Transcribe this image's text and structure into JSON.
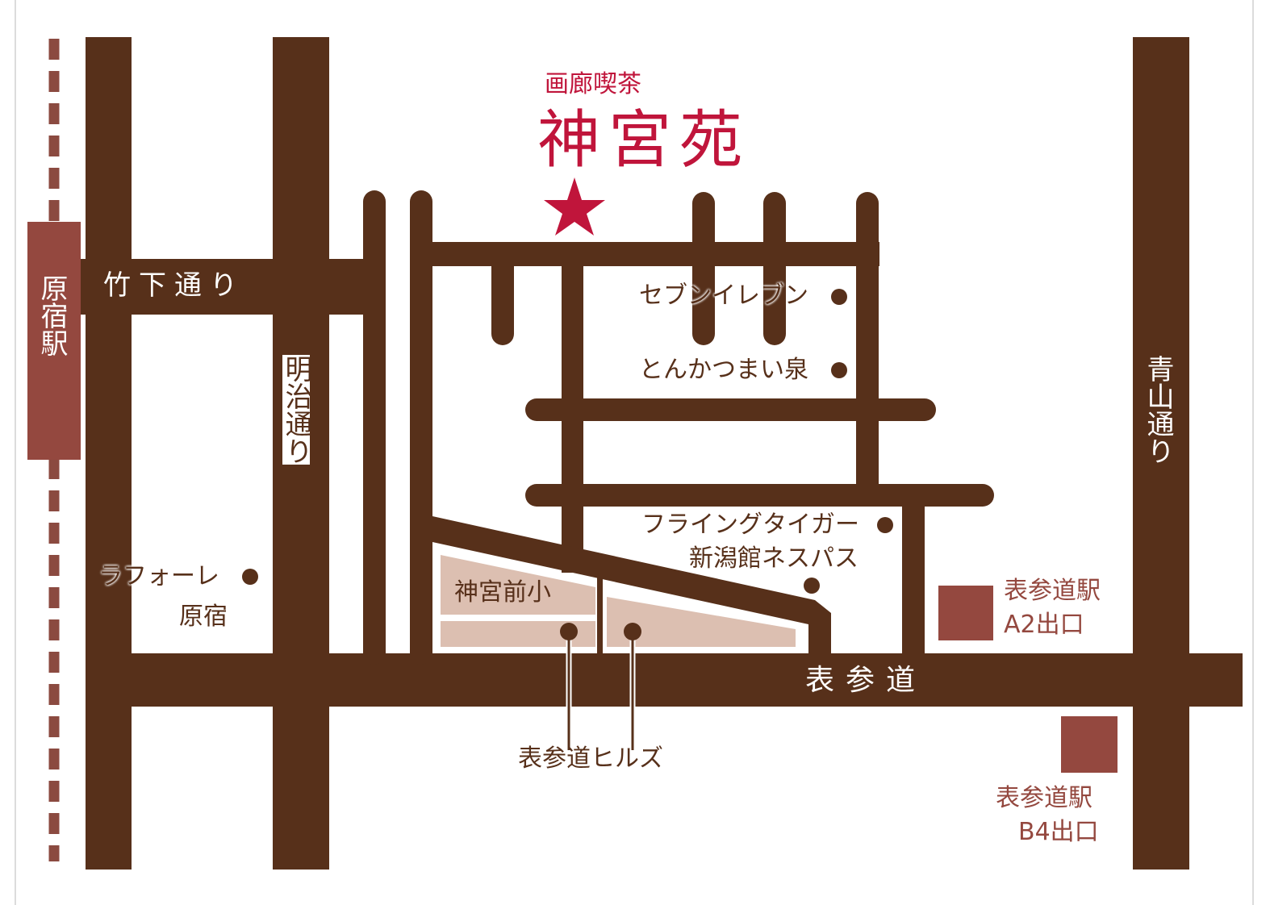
{
  "colors": {
    "road": "#57301a",
    "station": "#94483f",
    "railway": "#8b4a40",
    "school_block": "#dcbfb1",
    "highlight": "#c0153b",
    "frame": "#dcdcdc"
  },
  "destination": {
    "subtitle": "画廊喫茶",
    "name": "神宮苑",
    "marker": "star-icon"
  },
  "stations": {
    "harajuku": "原宿駅",
    "omotesando_a2": {
      "line1": "表参道駅",
      "line2": "A2出口"
    },
    "omotesando_b4": {
      "line1": "表参道駅",
      "line2": "B4出口"
    }
  },
  "roads": {
    "takeshita": "竹下通り",
    "meiji": "明治通り",
    "omotesando": "表参道",
    "aoyama": "青山通り"
  },
  "landmarks": {
    "seven_eleven": "セブンイレブン",
    "tonkatsu": "とんかつまい泉",
    "flying_tiger": "フライングタイガー",
    "niigata_kan": "新潟館ネスパス",
    "laforet_line1": "ラフォーレ",
    "laforet_line2": "原宿",
    "jingumae_school": "神宮前小",
    "omotesando_hills": "表参道ヒルズ"
  }
}
